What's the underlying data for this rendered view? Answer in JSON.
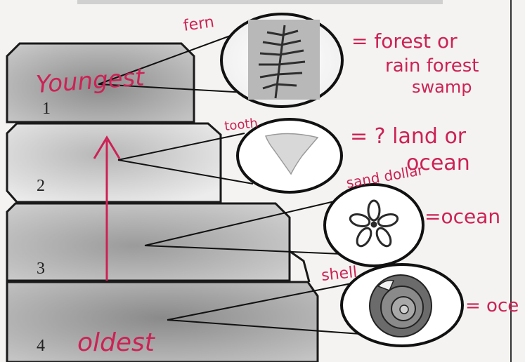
{
  "layers": [
    {
      "number": "1",
      "fossil": "fern",
      "environment": "forest or rain forest swamp"
    },
    {
      "number": "2",
      "fossil": "tooth",
      "environment": "? land or ocean"
    },
    {
      "number": "3",
      "fossil": "sand dollar",
      "environment": "ocean"
    },
    {
      "number": "4",
      "fossil": "shell",
      "environment": "ocean"
    }
  ],
  "labels": {
    "youngest": "Youngest",
    "oldest": "oldest"
  },
  "handwriting": {
    "fern_env_line1": "= forest or",
    "fern_env_line2": "rain forest",
    "fern_env_line3": "swamp",
    "tooth_env_line1": "= ? land or",
    "tooth_env_line2": "ocean",
    "sand_env": "=ocean",
    "shell_env": "= oce"
  },
  "colors": {
    "ink": "#cc2255",
    "layer_gray": "#a9a9a9",
    "outline": "#1a1a1a"
  }
}
